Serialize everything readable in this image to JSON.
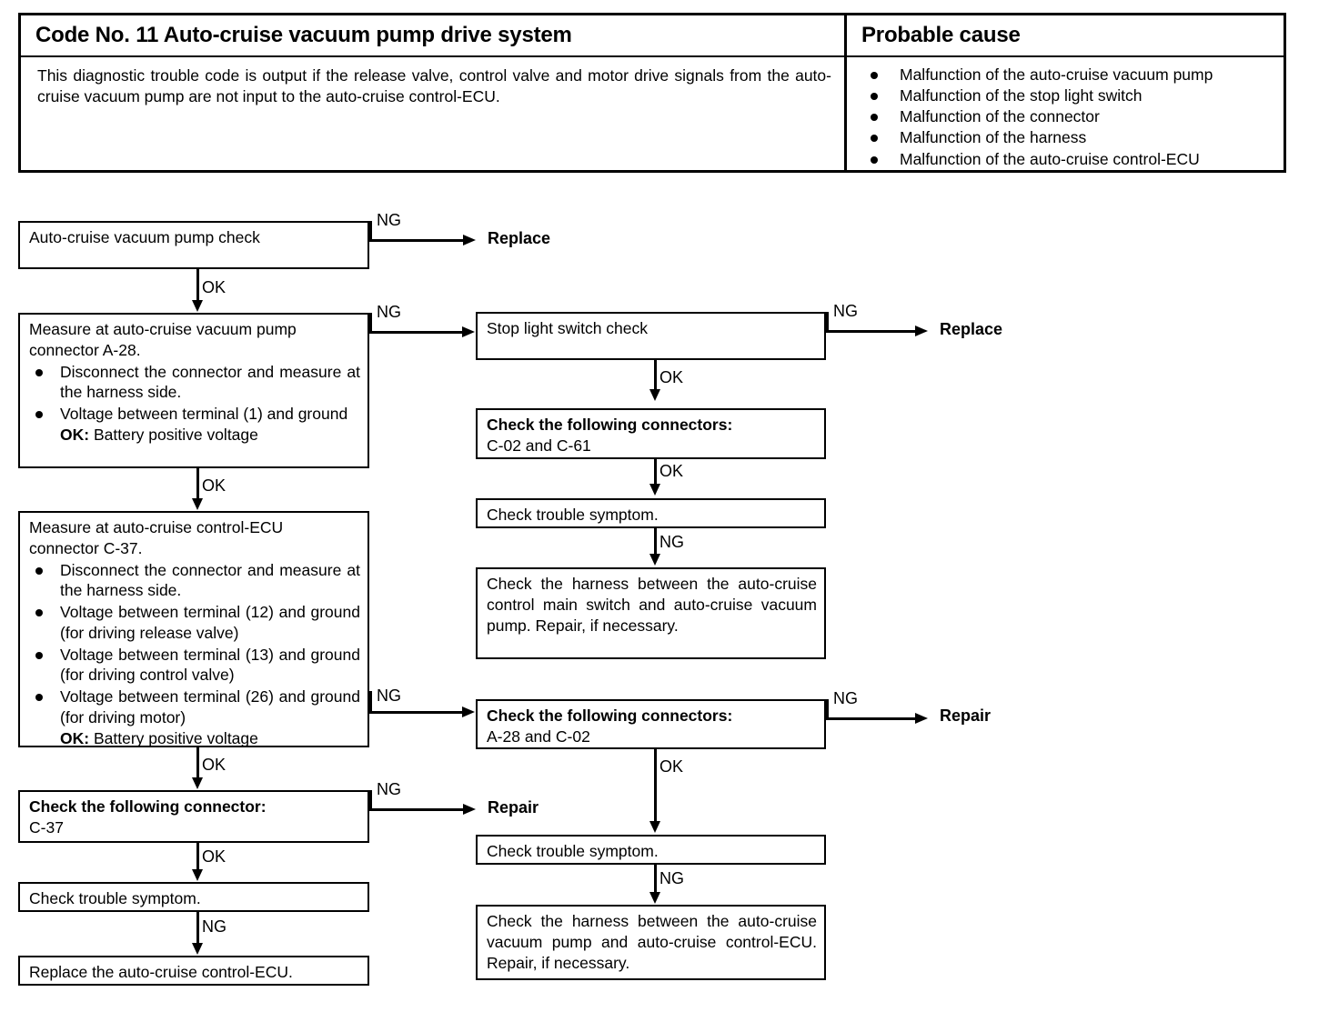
{
  "header": {
    "code_title": "Code No. 11 Auto-cruise vacuum pump drive system",
    "probable_cause_title": "Probable cause",
    "description_line1": "This diagnostic trouble code is output if the release valve, control valve and motor drive signals",
    "description_line2": "from the auto-cruise vacuum pump are not input to the auto-cruise control-ECU.",
    "causes": [
      "Malfunction of the auto-cruise vacuum pump",
      "Malfunction of the stop light switch",
      "Malfunction of the connector",
      "Malfunction of the harness",
      "Malfunction of the auto-cruise control-ECU"
    ]
  },
  "flow": {
    "left": {
      "box1": {
        "title": "Auto-cruise vacuum pump check"
      },
      "box2": {
        "title": "Measure at auto-cruise vacuum pump",
        "title2": "connector A-28.",
        "bullets": [
          "Disconnect the connector and measure at the harness side.",
          "Voltage between terminal (1) and ground"
        ],
        "ok_label": "OK:",
        "ok_value": "Battery positive voltage"
      },
      "box3": {
        "title": "Measure at auto-cruise control-ECU",
        "title2": "connector C-37.",
        "bullets": [
          "Disconnect the connector and measure at the harness side.",
          "Voltage between terminal (12) and ground (for driving release valve)",
          "Voltage between terminal (13) and ground (for driving control valve)",
          "Voltage between terminal (26) and ground (for driving motor)"
        ],
        "ok_label": "OK:",
        "ok_value": "Battery positive voltage"
      },
      "box4": {
        "title": "Check the following connector:",
        "sub": "C-37"
      },
      "box5": {
        "title": "Check trouble symptom."
      },
      "box6": {
        "title": "Replace the auto-cruise control-ECU."
      }
    },
    "right": {
      "box1": {
        "title": "Stop light switch check"
      },
      "box2": {
        "title": "Check the following connectors:",
        "sub": "C-02 and C-61"
      },
      "box3": {
        "title": "Check trouble symptom."
      },
      "box4": {
        "text": "Check the harness between the auto-cruise control main switch and auto-cruise vacuum pump. Repair, if necessary."
      },
      "box5": {
        "title": "Check the following connectors:",
        "sub": "A-28 and C-02"
      },
      "box6": {
        "title": "Check trouble symptom."
      },
      "box7": {
        "text": "Check the harness between the auto-cruise vacuum pump and auto-cruise control-ECU. Repair, if necessary."
      }
    },
    "terminals": {
      "replace_top": "Replace",
      "replace_right": "Replace",
      "repair_right": "Repair",
      "repair_left": "Repair"
    },
    "edge_labels": {
      "ng": "NG",
      "ok": "OK"
    }
  }
}
